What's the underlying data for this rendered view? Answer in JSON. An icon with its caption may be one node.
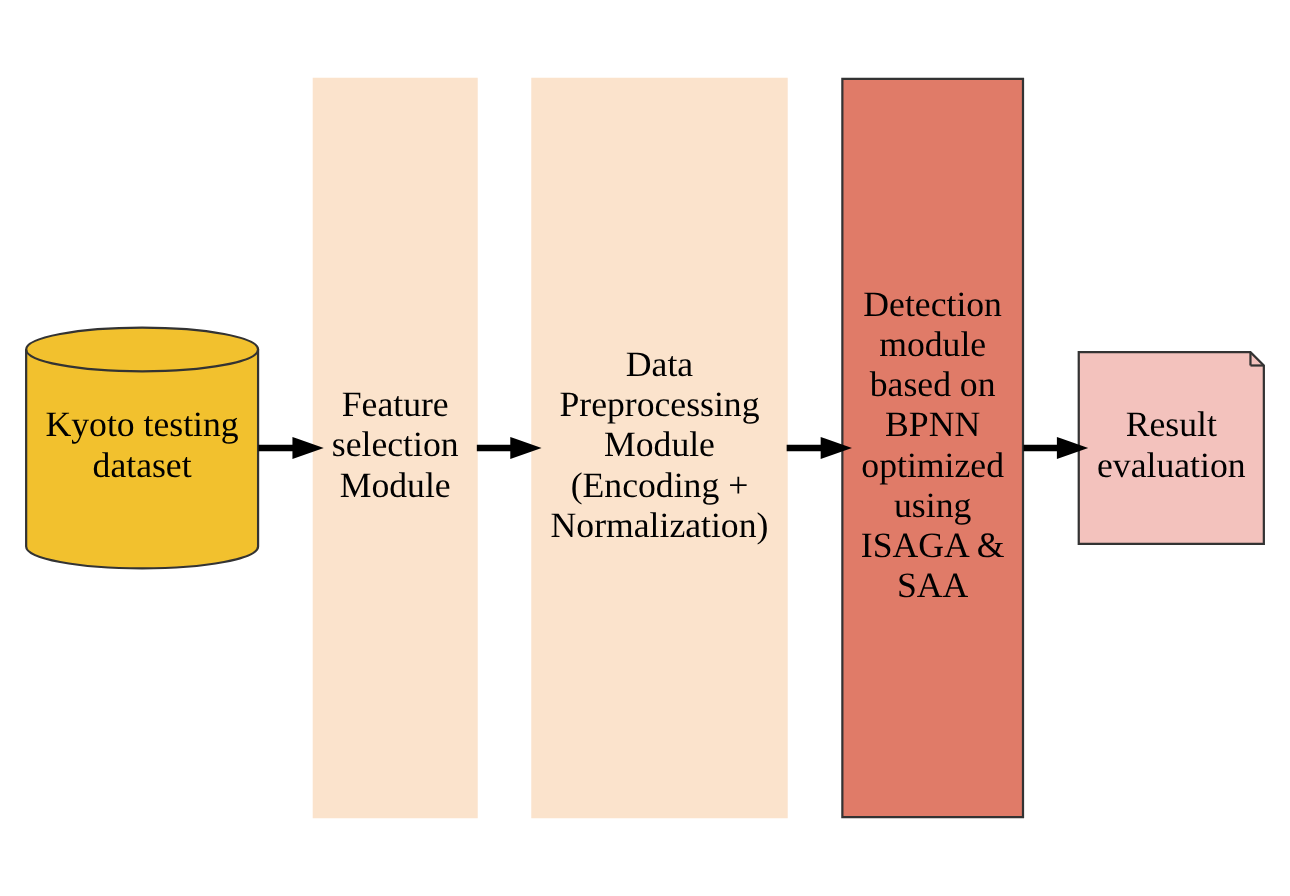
{
  "diagram": {
    "nodes": [
      {
        "text": [
          "Kyoto testing dataset"
        ]
      },
      {
        "text": [
          "Feature selection Module"
        ]
      },
      {
        "text": [
          "Data Preprocessing Module (Encoding + Normalization)"
        ]
      },
      {
        "text": [
          "Detection module based on BPNN optimized using ISAGA & SAA"
        ]
      },
      {
        "text": [
          "Result evaluation"
        ]
      }
    ],
    "edges": [
      {
        "from": 0,
        "to": 1,
        "arrow": "to"
      },
      {
        "from": 1,
        "to": 2,
        "arrow": "to"
      },
      {
        "from": 2,
        "to": 3,
        "arrow": "to"
      },
      {
        "from": 3,
        "to": 4,
        "arrow": "to"
      }
    ]
  }
}
